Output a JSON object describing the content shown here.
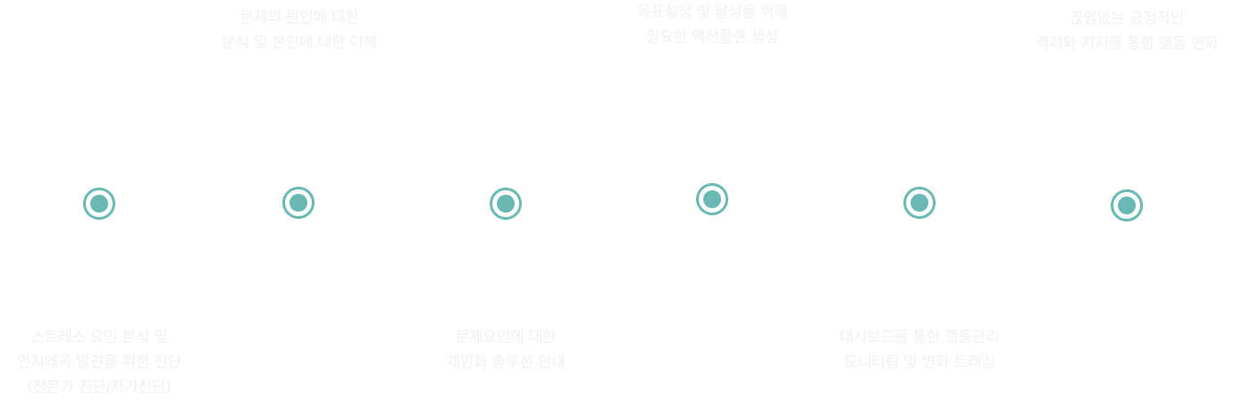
{
  "colors": {
    "accent": "#6ab8b3",
    "text": "#f0f0f0",
    "background": "#ffffff"
  },
  "steps": [
    {
      "position": "bottom",
      "lines": [
        "스트레스 요인 분석 및",
        "인지왜곡 발견을 위한 진단",
        "(전문가 진단/자가진단)"
      ]
    },
    {
      "position": "top",
      "lines": [
        "문제의 원인에 대한",
        "분석 및 본인에 대한 이해"
      ]
    },
    {
      "position": "bottom",
      "lines": [
        "문제요인에 대한",
        "개인화 솔루션 안내"
      ]
    },
    {
      "position": "top",
      "lines": [
        "목표설정 및 달성을 위해",
        "필요한 액션플랜 생성"
      ]
    },
    {
      "position": "bottom",
      "lines": [
        "대시보드를 통한 행동관리",
        "모니터링 및 변화 트래킹"
      ]
    },
    {
      "position": "top",
      "lines": [
        "끊임없는 긍정적인",
        "격려와 지지를 통한 행동 변화"
      ]
    }
  ]
}
